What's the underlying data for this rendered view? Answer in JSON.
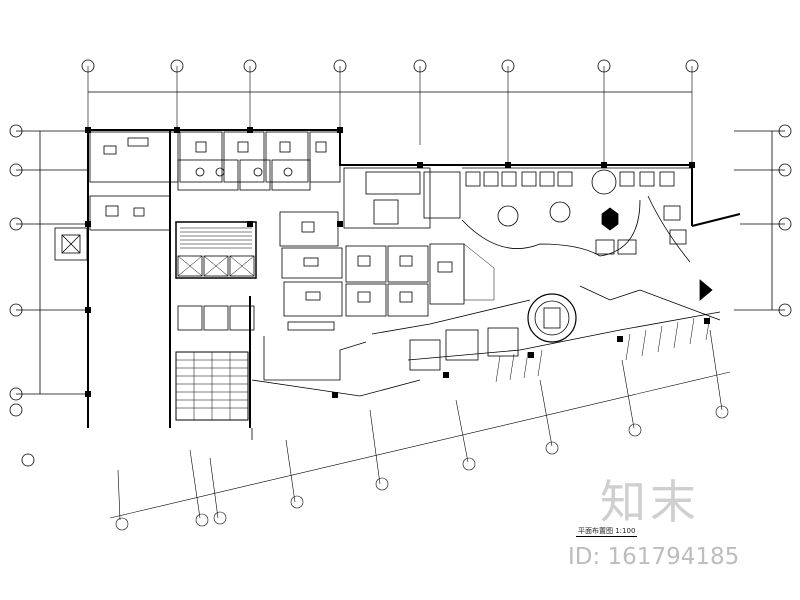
{
  "watermark": {
    "brand": "知末",
    "id_text": "ID: 161794185"
  },
  "drawing_title": "平面布置图 1:100",
  "colors": {
    "line": "#000000",
    "watermark": "#c8c8c8"
  }
}
